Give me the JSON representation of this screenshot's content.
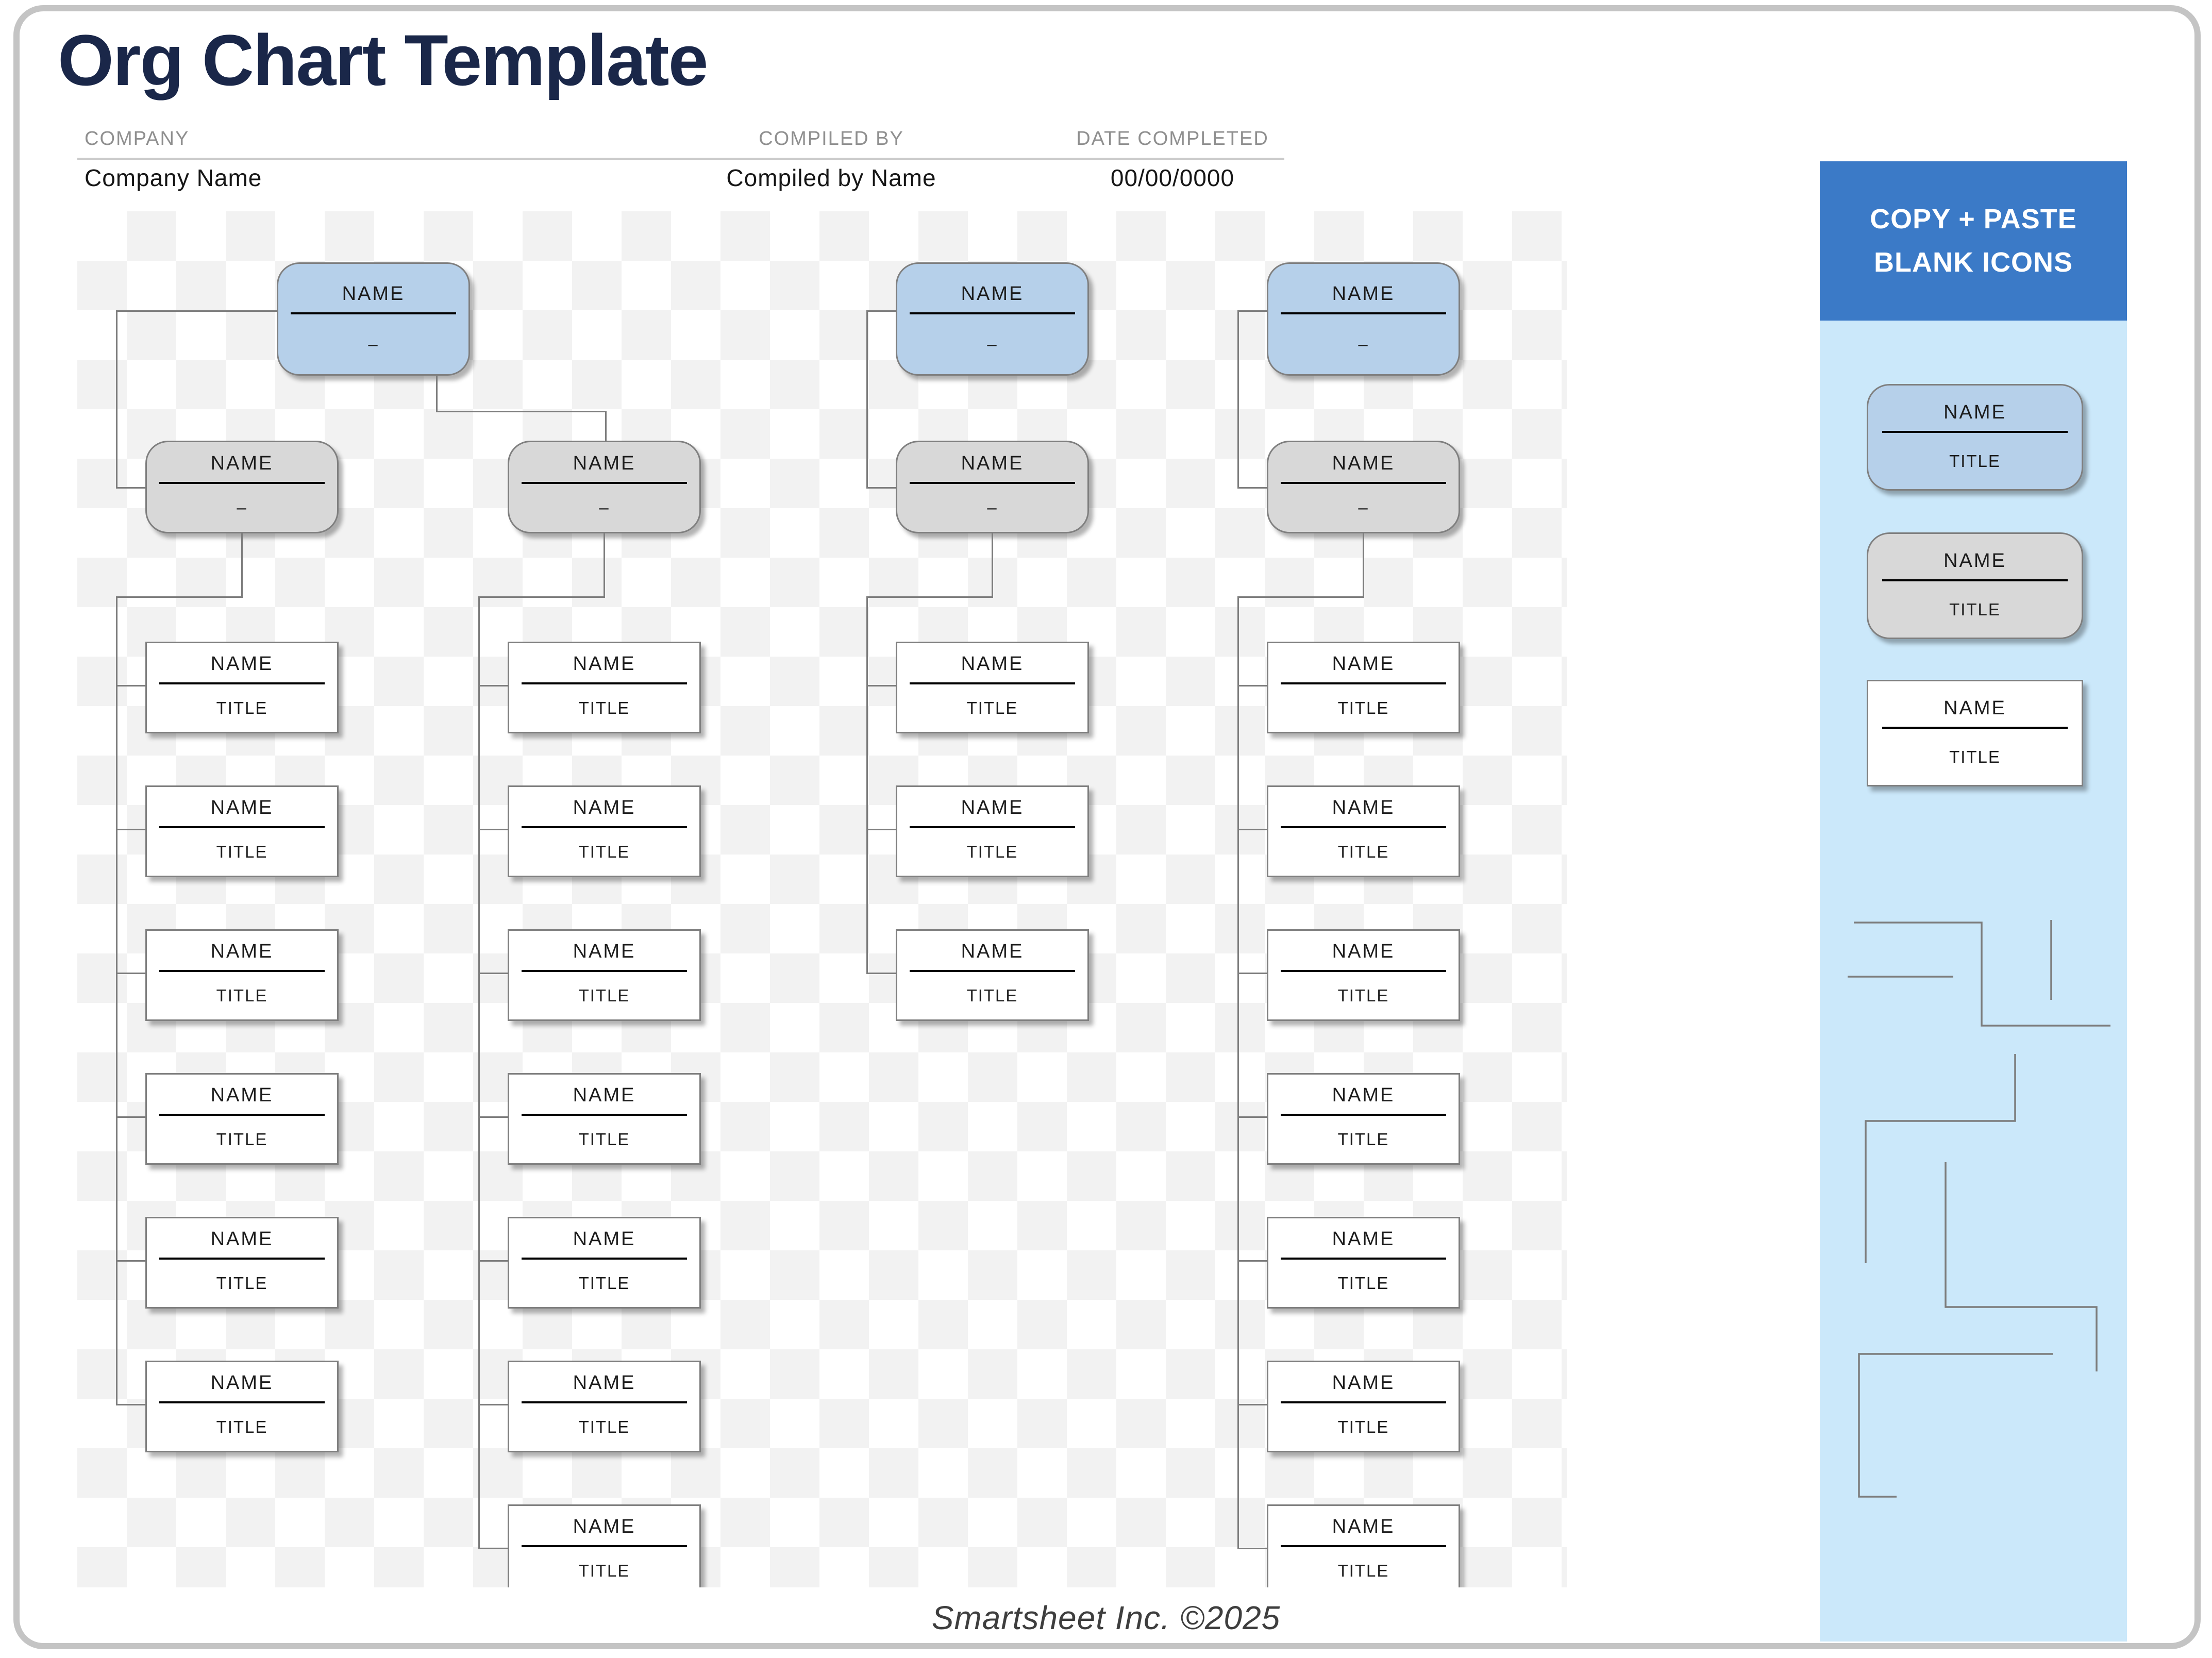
{
  "page": {
    "title": "Org Chart Template",
    "footer": "Smartsheet Inc. ©2025"
  },
  "header": {
    "fields": [
      {
        "label": "COMPANY",
        "value": "Company Name"
      },
      {
        "label": "COMPILED BY",
        "value": "Compiled by Name"
      },
      {
        "label": "DATE COMPLETED",
        "value": "00/00/0000"
      }
    ]
  },
  "sidebar": {
    "heading": [
      "COPY + PASTE",
      "BLANK ICONS"
    ],
    "samples": [
      {
        "type": "executive",
        "name": "NAME",
        "title": "TITLE"
      },
      {
        "type": "manager",
        "name": "NAME",
        "title": "TITLE"
      },
      {
        "type": "staff",
        "name": "NAME",
        "title": "TITLE"
      }
    ],
    "icons": [
      "step-connector-icon",
      "horizontal-line-icon",
      "vertical-line-icon",
      "step-connector-icon",
      "step-connector-icon",
      "bracket-connector-icon"
    ]
  },
  "chart": {
    "node_label": "NAME",
    "executive_sub_label": "–",
    "manager_sub_label": "–",
    "staff_sub_label": "TITLE",
    "columns": [
      {
        "id": "branch-1",
        "has_executive": true,
        "has_manager": true,
        "staff_count": 6
      },
      {
        "id": "branch-2",
        "has_executive": false,
        "has_manager": true,
        "staff_count": 7
      },
      {
        "id": "branch-3",
        "has_executive": true,
        "has_manager": true,
        "staff_count": 3
      },
      {
        "id": "branch-4",
        "has_executive": true,
        "has_manager": true,
        "staff_count": 7
      }
    ]
  },
  "colors": {
    "title_navy": "#1a2749",
    "executive_fill": "#b6d0ea",
    "manager_fill": "#d8d8d8",
    "staff_fill": "#ffffff",
    "sidebar_header_bg": "#3b7ac7",
    "sidebar_panel_bg": "#cbe8fa"
  }
}
